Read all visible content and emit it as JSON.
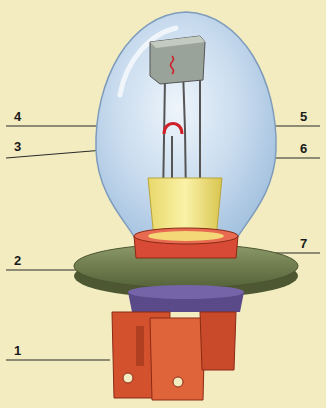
{
  "diagram": {
    "labels": [
      "4",
      "5",
      "3",
      "6",
      "7",
      "2",
      "1"
    ]
  }
}
